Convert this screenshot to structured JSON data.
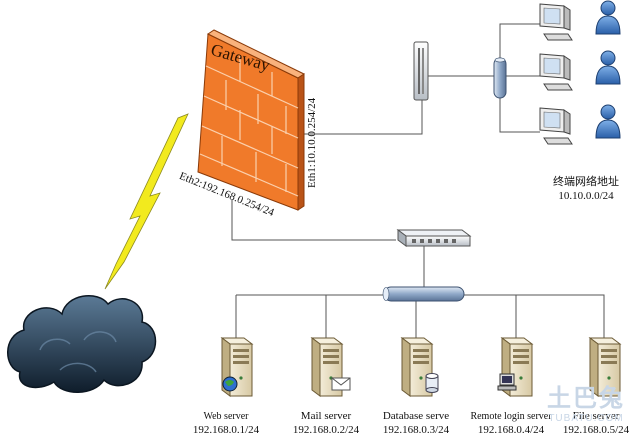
{
  "gateway": {
    "label": "Gateway",
    "eth1": "Eth1:10.10.0.254/24",
    "eth2": "Eth2:192.168.0.254/24"
  },
  "terminal_network": {
    "title": "终端网络地址",
    "subnet": "10.10.0.0/24",
    "client_count": 3
  },
  "servers": [
    {
      "name": "Web server",
      "ip": "192.168.0.1/24",
      "badge": "globe"
    },
    {
      "name": "Mail server",
      "ip": "192.168.0.2/24",
      "badge": "mail"
    },
    {
      "name": "Database serve",
      "ip": "192.168.0.3/24",
      "badge": "database"
    },
    {
      "name": "Remote login server",
      "ip": "192.168.0.4/24",
      "badge": "terminal"
    },
    {
      "name": "File server",
      "ip": "192.168.0.5/24",
      "badge": "none"
    }
  ],
  "watermark": {
    "line1": "土巴兔",
    "line2": "TUBATU.COM"
  },
  "colors": {
    "firewall": "#f07a2a",
    "cloud": "#22384e",
    "lightning": "#f2ea1e",
    "bus": "#7f9bbe",
    "line": "#555555"
  }
}
